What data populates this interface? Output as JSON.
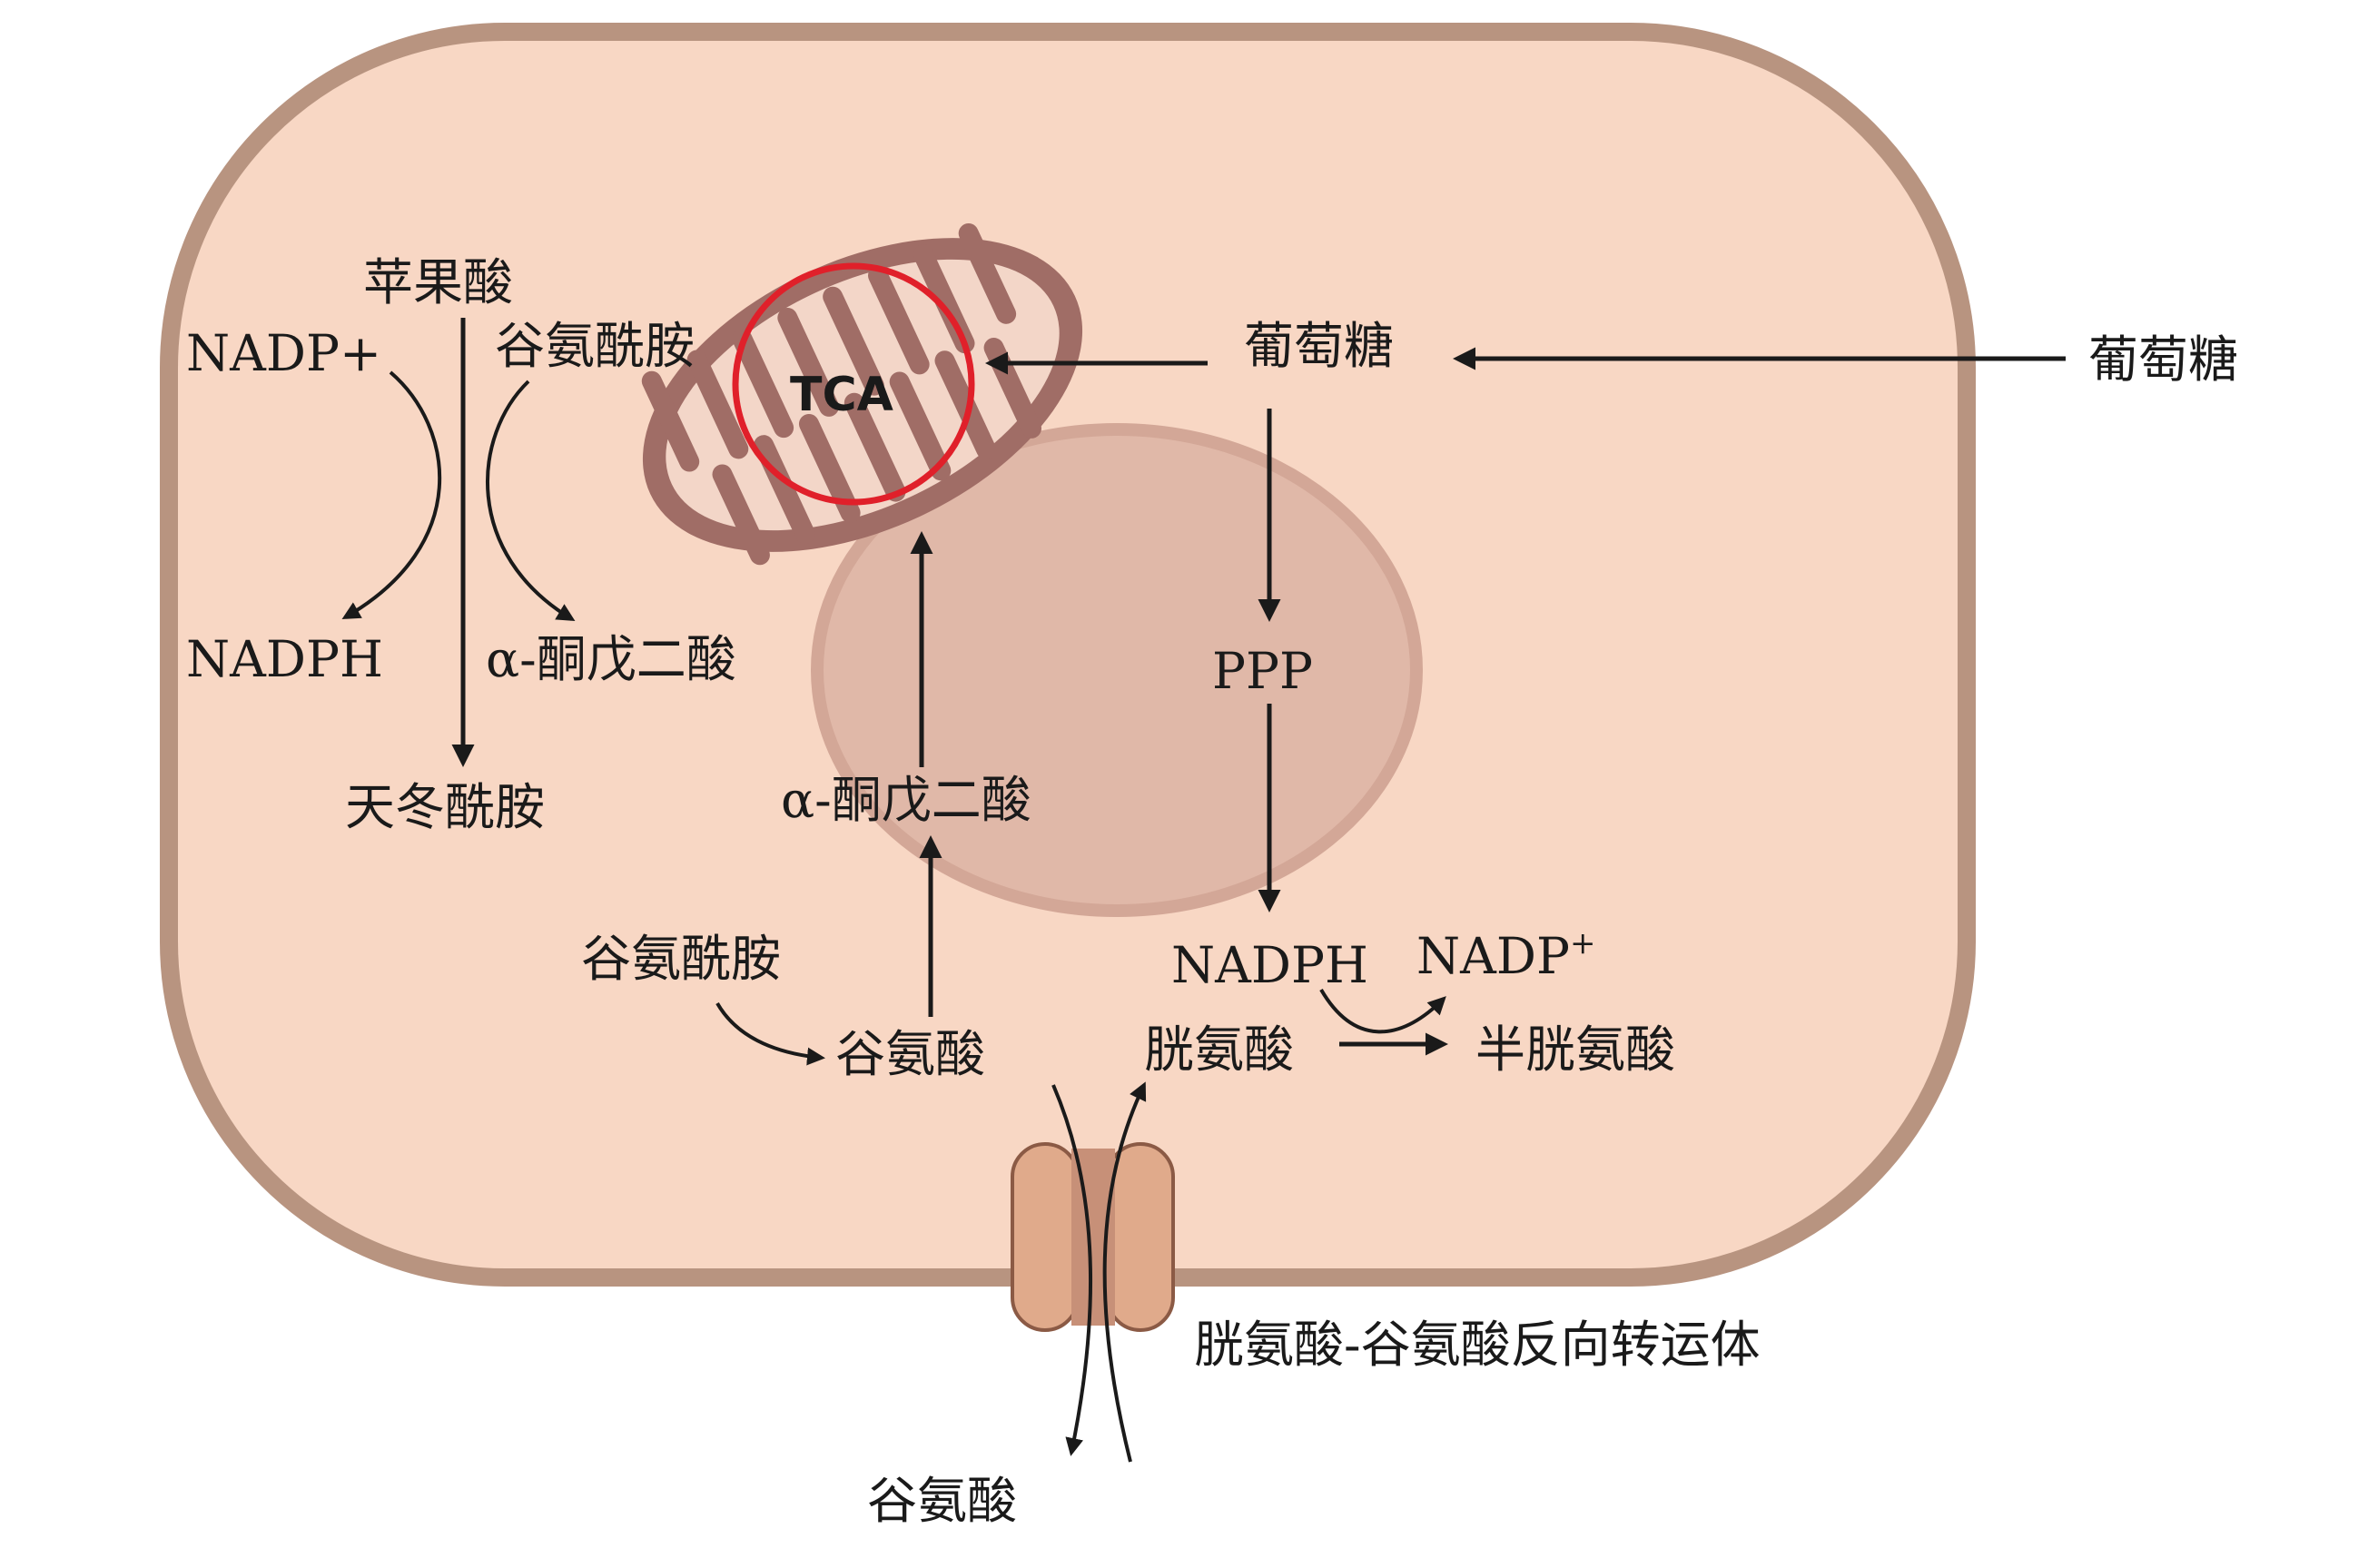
{
  "colors": {
    "cell_fill": "#f8d7c4",
    "cell_border": "#b89480",
    "nucleus_fill": "#e0b8a8",
    "nucleus_border": "#d3a797",
    "mito_fill": "#a06d66",
    "mito_inner": "#f3d6c8",
    "tca_highlight": "#e0202a",
    "transporter_fill": "#e0aa8b",
    "transporter_border": "#8b5a45",
    "text": "#1a1a1a"
  },
  "labels": {
    "malate": "苹果酸",
    "nadp_plus_left": "NADP+",
    "glutamine_top": "谷氨酰胺",
    "nadph_left": "NADPH",
    "akg_left": "α-酮戊二酸",
    "asparagine": "天冬酰胺",
    "tca": "TCA",
    "glucose_in": "葡萄糖",
    "glucose_out": "葡萄糖",
    "ppp": "PPP",
    "akg_center": "α-酮戊二酸",
    "glutamine_bottom": "谷氨酰胺",
    "glutamate_in": "谷氨酸",
    "nadph_right": "NADPH",
    "nadp_plus_right": "NADP",
    "nadp_plus_right_sup": "+",
    "cystine": "胱氨酸",
    "cysteine": "半胱氨酸",
    "antiporter": "胱氨酸-谷氨酸反向转运体",
    "glutamate_out": "谷氨酸"
  }
}
